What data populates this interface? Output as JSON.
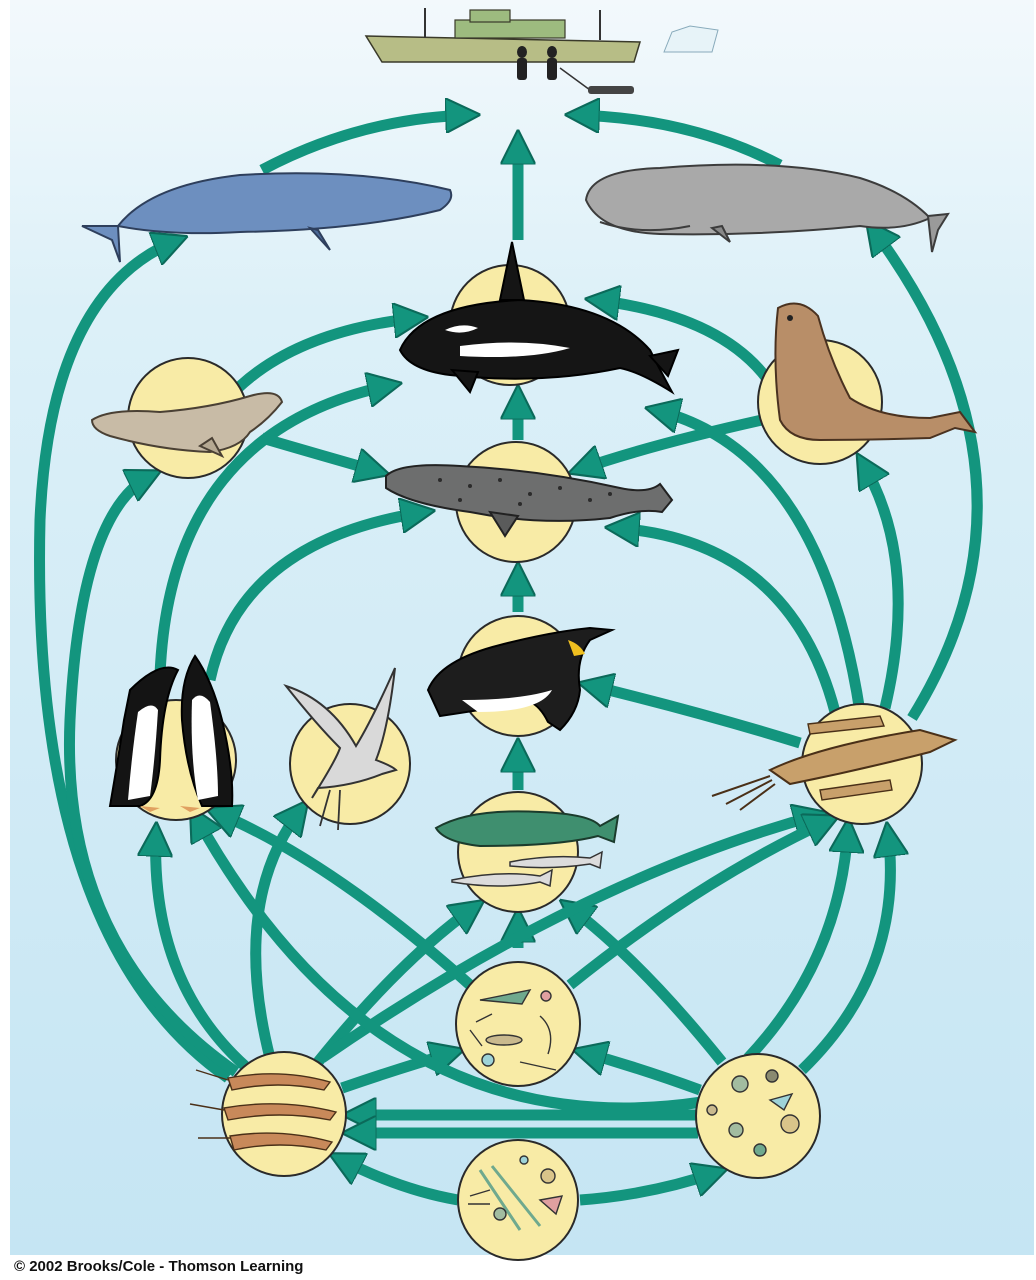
{
  "diagram": {
    "title": "",
    "credit": "© 2002 Brooks/Cole - Thomson Learning",
    "nodes": [
      {
        "id": "humans",
        "icon": "whaling-ship-icon"
      },
      {
        "id": "blue-whale",
        "icon": "blue-whale-icon"
      },
      {
        "id": "sperm-whale",
        "icon": "sperm-whale-icon"
      },
      {
        "id": "killer-whale",
        "icon": "killer-whale-icon"
      },
      {
        "id": "crabeater-seal",
        "icon": "crabeater-seal-icon"
      },
      {
        "id": "elephant-seal",
        "icon": "elephant-seal-icon"
      },
      {
        "id": "leopard-seal",
        "icon": "leopard-seal-icon"
      },
      {
        "id": "emperor-penguin",
        "icon": "emperor-penguin-icon"
      },
      {
        "id": "adelie-penguins",
        "icon": "adelie-penguins-icon"
      },
      {
        "id": "petrel",
        "icon": "petrel-icon"
      },
      {
        "id": "squid",
        "icon": "squid-icon"
      },
      {
        "id": "fish",
        "icon": "fish-icon"
      },
      {
        "id": "carnivorous-plankton",
        "icon": "carnivorous-plankton-icon"
      },
      {
        "id": "krill",
        "icon": "krill-icon"
      },
      {
        "id": "herbivorous-zooplankton",
        "icon": "herbivorous-zooplankton-icon"
      },
      {
        "id": "phytoplankton",
        "icon": "phytoplankton-icon"
      }
    ],
    "colors": {
      "arrow": "#13957e",
      "arrow_edge": "#0b6a5a",
      "node_fill": "#f8eba6",
      "node_stroke": "#2a2a2a",
      "water_top": "#f1f8fc",
      "water_bottom": "#c6e6f4"
    }
  }
}
